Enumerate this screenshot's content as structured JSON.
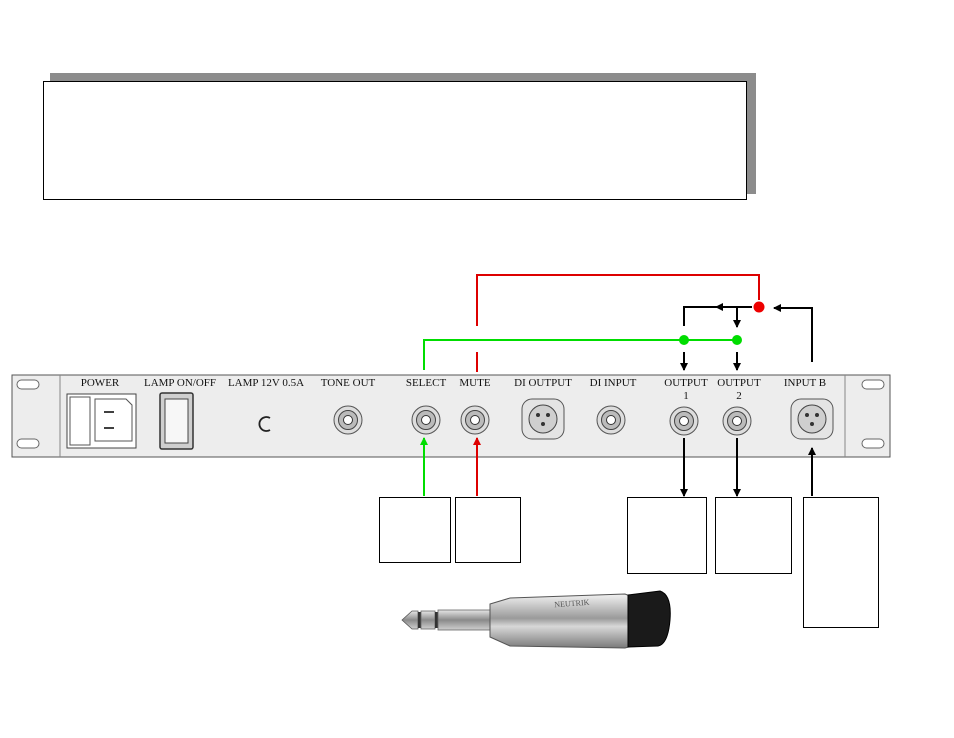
{
  "title_box": {
    "text": ""
  },
  "panel": {
    "labels": {
      "power": "POWER",
      "lamp_on_off": "LAMP ON/OFF",
      "lamp_rating": "LAMP 12V 0.5A",
      "tone_out": "TONE OUT",
      "select": "SELECT",
      "mute": "MUTE",
      "di_output": "DI OUTPUT",
      "di_input": "DI INPUT",
      "output1": "OUTPUT",
      "output1_num": "1",
      "output2": "OUTPUT",
      "output2_num": "2",
      "input_b": "INPUT B"
    }
  },
  "plug": {
    "brand": "NEUTRIK"
  },
  "colors": {
    "select_line": "#00dd00",
    "mute_line": "#dd0000",
    "signal_line": "#000000",
    "panel": "#ededed",
    "title_shadow": "#8c8c8c"
  }
}
